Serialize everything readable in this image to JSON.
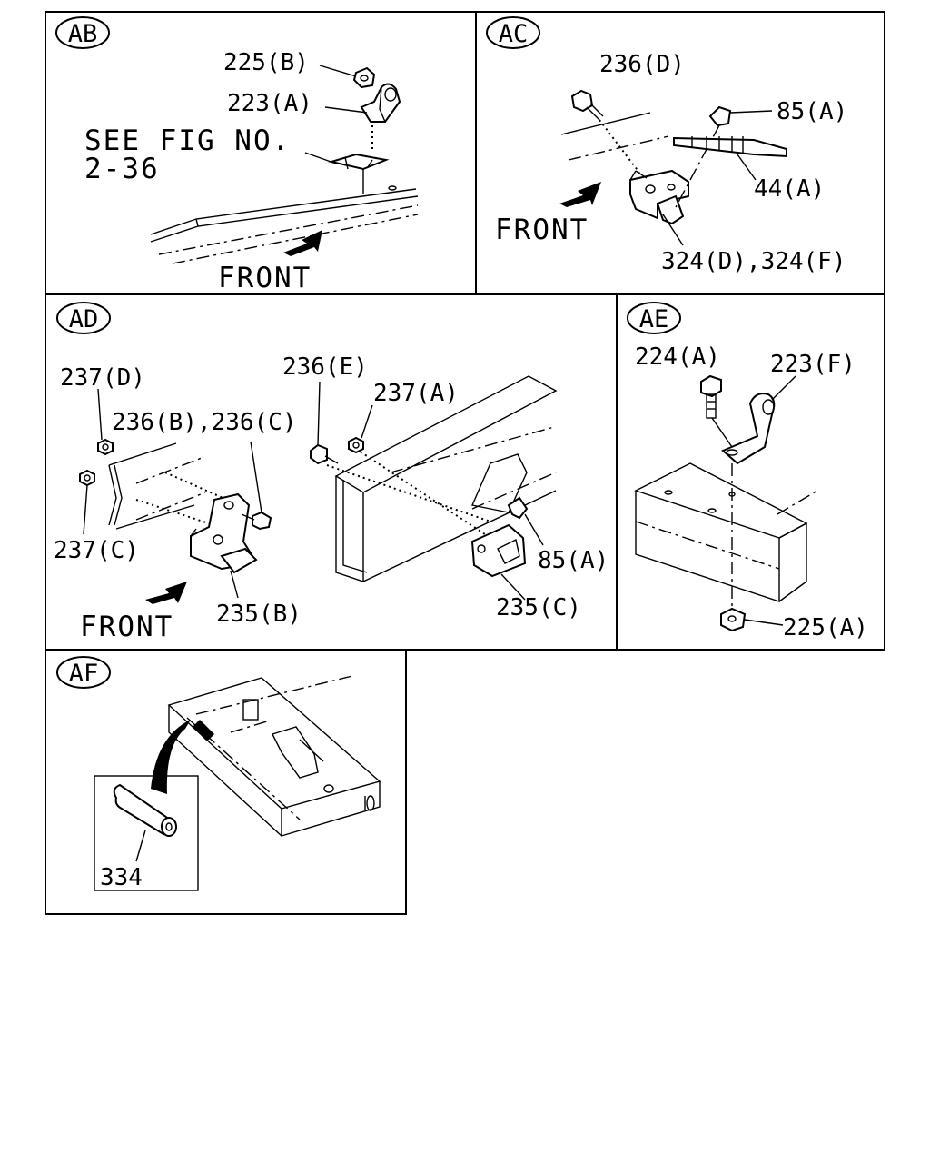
{
  "panels": {
    "ab": {
      "badge": "AB",
      "labels": {
        "nut": "225(B)",
        "bracket": "223(A)",
        "see_fig_1": "SEE FIG NO.",
        "see_fig_2": "2-36",
        "front": "FRONT"
      }
    },
    "ac": {
      "badge": "AC",
      "labels": {
        "bolt": "236(D)",
        "clip": "85(A)",
        "cable": "44(A)",
        "front": "FRONT",
        "bracket": "324(D),324(F)"
      }
    },
    "ad": {
      "badge": "AD",
      "labels": {
        "nut_d": "237(D)",
        "bolt_bc": "236(B),236(C)",
        "bolt_e": "236(E)",
        "nut_a": "237(A)",
        "nut_c": "237(C)",
        "clip": "85(A)",
        "bracket_b": "235(B)",
        "bracket_c": "235(C)",
        "front": "FRONT"
      }
    },
    "ae": {
      "badge": "AE",
      "labels": {
        "bolt": "224(A)",
        "bracket": "223(F)",
        "nut": "225(A)"
      }
    },
    "af": {
      "badge": "AF",
      "labels": {
        "part": "334"
      }
    }
  }
}
